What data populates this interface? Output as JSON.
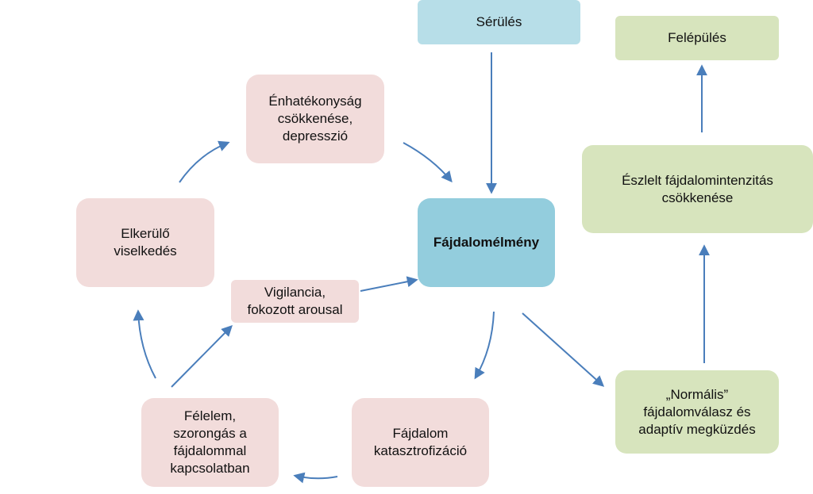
{
  "colors": {
    "pink": "#f2dcdb",
    "green": "#d7e4bd",
    "light_blue": "#b7dee8",
    "center_blue": "#93cddd",
    "arrow": "#4a7ebb"
  },
  "nodes": {
    "injury": "Sérülés",
    "recovery": "Felépülés",
    "self_efficacy": "Énhatékonyság\ncsökkenése,\ndepresszió",
    "pain_experience": "Fájdalomélmény",
    "perceived_reduction": "Észlelt fájdalomintenzitás\ncsökkenése",
    "avoidance": "Elkerülő\nviselkedés",
    "vigilance": "Vigilancia,\nfokozott arousal",
    "fear": "Félelem,\nszorongás a\nfájdalommal\nkapcsolatban",
    "catastrophizing": "Fájdalom\nkatasztrofizáció",
    "normal_response": "„Normális”\nfájdalomválasz és\nadaptív megküzdés"
  }
}
